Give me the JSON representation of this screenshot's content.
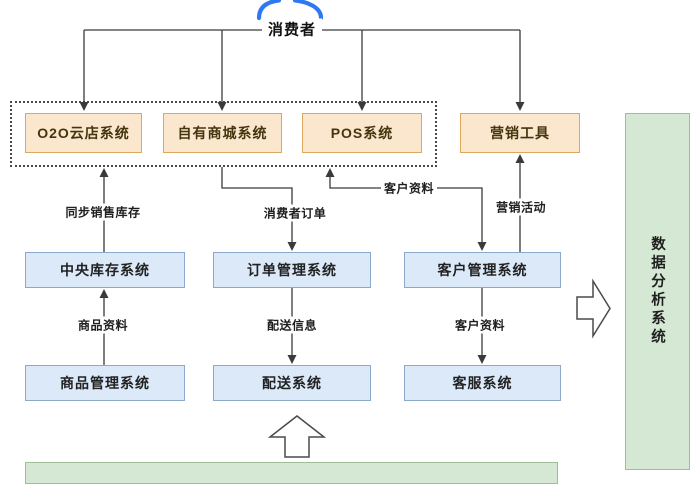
{
  "nodes": {
    "consumer": "消费者",
    "o2o": "O2O云店系统",
    "mall": "自有商城系统",
    "pos": "POS系统",
    "marketing": "营销工具",
    "inventory": "中央库存系统",
    "order": "订单管理系统",
    "crm": "客户管理系统",
    "product": "商品管理系统",
    "delivery": "配送系统",
    "service": "客服系统",
    "analysis": "数据分析系统"
  },
  "edge_labels": {
    "sync_inventory": "同步销售库存",
    "consumer_order": "消费者订单",
    "customer_data_top": "客户资料",
    "marketing_activity": "营销活动",
    "product_data": "商品资料",
    "delivery_info": "配送信息",
    "customer_data_bottom": "客户资料"
  },
  "colors": {
    "channel_fill": "#fbe7cd",
    "channel_border": "#dca85e",
    "system_fill": "#dbe9f8",
    "system_border": "#8ca9c9",
    "analysis_fill": "#d5e8d4",
    "analysis_border": "#9ebd98",
    "connector": "#3a3a3a",
    "consumer_icon": "#2e79f3"
  }
}
